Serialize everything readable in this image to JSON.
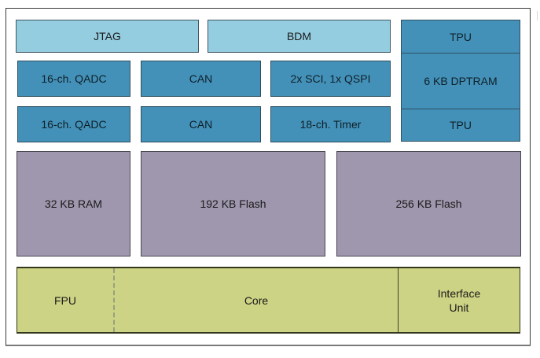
{
  "diagram": {
    "title": "",
    "colors": {
      "debug_blocks": "#95cde0",
      "peripheral_blocks": "#4391b8",
      "memory_blocks": "#9f97ae",
      "core_strip": "#cdd384",
      "border": "#3a3a3a"
    },
    "debug_row": [
      {
        "label": "JTAG"
      },
      {
        "label": "BDM"
      }
    ],
    "peripheral_rows": [
      [
        {
          "label": "16-ch. QADC"
        },
        {
          "label": "CAN"
        },
        {
          "label": "2x SCI, 1x QSPI"
        }
      ],
      [
        {
          "label": "16-ch. QADC"
        },
        {
          "label": "CAN"
        },
        {
          "label": "18-ch. Timer"
        }
      ]
    ],
    "tpu_column": [
      {
        "label": "TPU"
      },
      {
        "label": "6 KB DPTRAM"
      },
      {
        "label": "TPU"
      }
    ],
    "memory_row": [
      {
        "label": "32 KB RAM"
      },
      {
        "label": "192 KB Flash"
      },
      {
        "label": "256 KB Flash"
      }
    ],
    "core_row": {
      "fpu": "FPU",
      "core": "Core",
      "interface_line1": "Interface",
      "interface_line2": "Unit"
    }
  }
}
